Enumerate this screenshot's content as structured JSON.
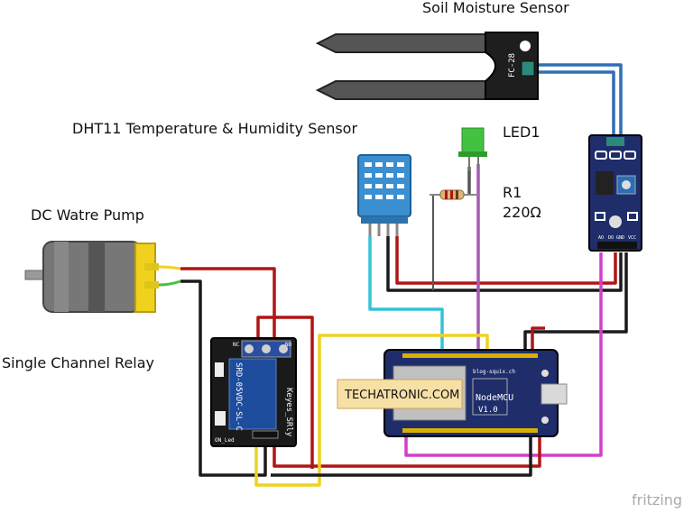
{
  "labels": {
    "soil_sensor": "Soil Moisture Sensor",
    "dht11": "DHT11 Temperature & Humidity Sensor",
    "pump": "DC Watre Pump",
    "relay": "Single Channel Relay",
    "led": "LED1",
    "resistor_name": "R1",
    "resistor_value": "220Ω",
    "brand": "TECHATRONIC.COM",
    "watermark": "fritzing"
  },
  "probe": {
    "model": "FC-28"
  },
  "nodemcu": {
    "title": "NodeMCU",
    "version": "V1.0",
    "site": "blog-squix.ch"
  },
  "relay_board": {
    "model": "SRD-05VDC-SL-C",
    "brand": "Keyes_SRly",
    "nc": "NC",
    "no": "NO",
    "indicator": "ON_Led"
  },
  "sensor_module": {
    "pins": [
      "AO",
      "DO",
      "GND",
      "VCC"
    ]
  },
  "colors": {
    "wire_red": "#b01515",
    "wire_black": "#1a1a1a",
    "wire_blue": "#2f6fb5",
    "wire_cyan": "#34c2d8",
    "wire_magenta": "#d43fc9",
    "wire_yellow": "#f0d21e",
    "wire_purple": "#a35cb0",
    "board_blue": "#1f2d6b",
    "relay_blue": "#1e4d9e",
    "dht_blue": "#3a8fd0",
    "led_green": "#43c241"
  }
}
